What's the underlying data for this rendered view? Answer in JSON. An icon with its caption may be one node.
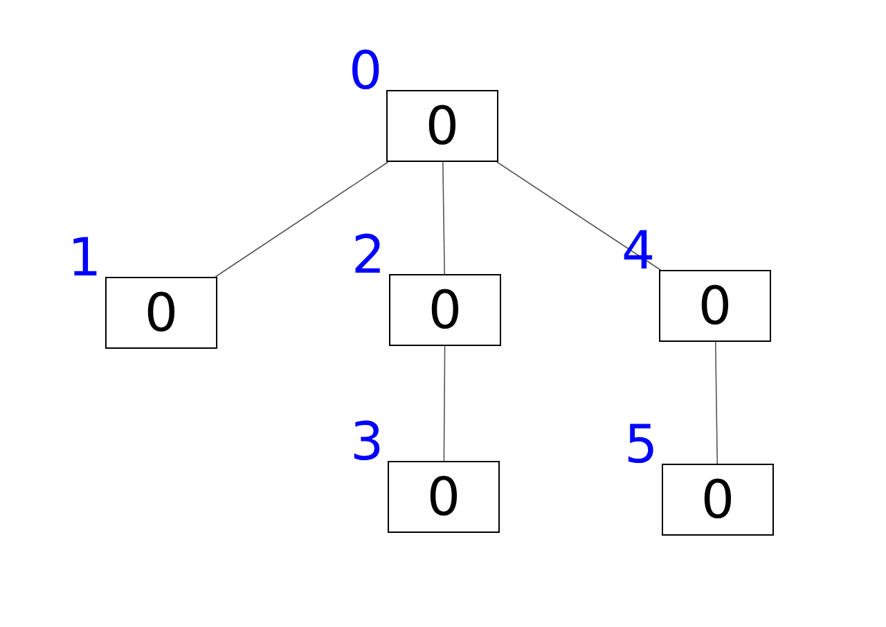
{
  "diagram": {
    "nodes": [
      {
        "text": [
          "0"
        ],
        "beside": [
          "0"
        ]
      },
      {
        "text": [
          "0"
        ],
        "beside": [
          "1"
        ]
      },
      {
        "text": [
          "0"
        ],
        "beside": [
          "2"
        ]
      },
      {
        "text": [
          "0"
        ],
        "beside": [
          "3"
        ]
      },
      {
        "text": [
          "0"
        ],
        "beside": [
          "4"
        ]
      },
      {
        "text": [
          "0"
        ],
        "beside": [
          "5"
        ]
      }
    ],
    "edges": [
      {
        "from": 0,
        "to": 1,
        "arrow": "none"
      },
      {
        "from": 0,
        "to": 2,
        "arrow": "none"
      },
      {
        "from": 0,
        "to": 4,
        "arrow": "none"
      },
      {
        "from": 2,
        "to": 3,
        "arrow": "none"
      },
      {
        "from": 4,
        "to": 5,
        "arrow": "none"
      }
    ]
  }
}
